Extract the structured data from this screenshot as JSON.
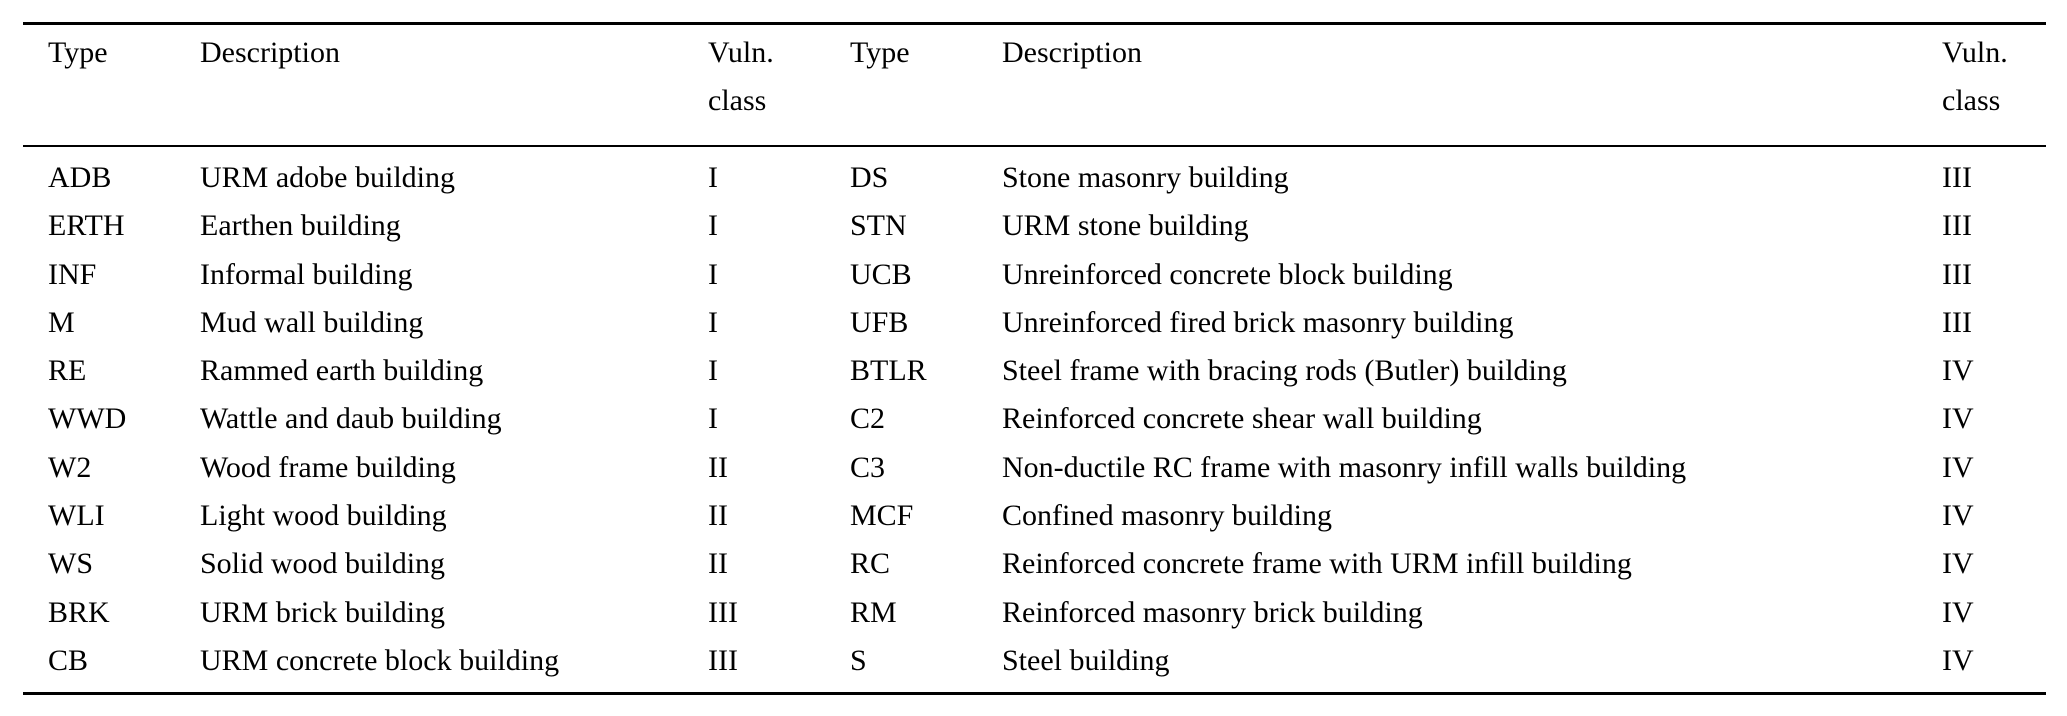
{
  "table": {
    "columns": {
      "type_label": "Type",
      "description_label": "Description",
      "vuln_label_line1": "Vuln.",
      "vuln_label_line2": "class"
    },
    "left_rows": [
      {
        "type": "ADB",
        "description": "URM adobe building",
        "vuln": "I"
      },
      {
        "type": "ERTH",
        "description": "Earthen building",
        "vuln": "I"
      },
      {
        "type": "INF",
        "description": "Informal building",
        "vuln": "I"
      },
      {
        "type": "M",
        "description": "Mud wall building",
        "vuln": "I"
      },
      {
        "type": "RE",
        "description": "Rammed earth building",
        "vuln": "I"
      },
      {
        "type": "WWD",
        "description": "Wattle and daub building",
        "vuln": "I"
      },
      {
        "type": "W2",
        "description": "Wood frame building",
        "vuln": "II"
      },
      {
        "type": "WLI",
        "description": "Light wood building",
        "vuln": "II"
      },
      {
        "type": "WS",
        "description": "Solid wood building",
        "vuln": "II"
      },
      {
        "type": "BRK",
        "description": "URM brick building",
        "vuln": "III"
      },
      {
        "type": "CB",
        "description": "URM concrete block building",
        "vuln": "III"
      }
    ],
    "right_rows": [
      {
        "type": "DS",
        "description": "Stone masonry building",
        "vuln": "III"
      },
      {
        "type": "STN",
        "description": "URM stone building",
        "vuln": "III"
      },
      {
        "type": "UCB",
        "description": "Unreinforced concrete block building",
        "vuln": "III"
      },
      {
        "type": "UFB",
        "description": "Unreinforced fired brick masonry building",
        "vuln": "III"
      },
      {
        "type": "BTLR",
        "description": "Steel frame with bracing rods (Butler) building",
        "vuln": "IV"
      },
      {
        "type": "C2",
        "description": "Reinforced concrete shear wall building",
        "vuln": "IV"
      },
      {
        "type": "C3",
        "description": "Non-ductile RC frame with masonry infill walls building",
        "vuln": "IV"
      },
      {
        "type": "MCF",
        "description": "Confined masonry building",
        "vuln": "IV"
      },
      {
        "type": "RC",
        "description": "Reinforced concrete frame with URM infill building",
        "vuln": "IV"
      },
      {
        "type": "RM",
        "description": "Reinforced masonry brick building",
        "vuln": "IV"
      },
      {
        "type": "S",
        "description": "Steel building",
        "vuln": "IV"
      }
    ],
    "colors": {
      "text": "#000000",
      "rule": "#000000",
      "background": "#ffffff"
    }
  }
}
